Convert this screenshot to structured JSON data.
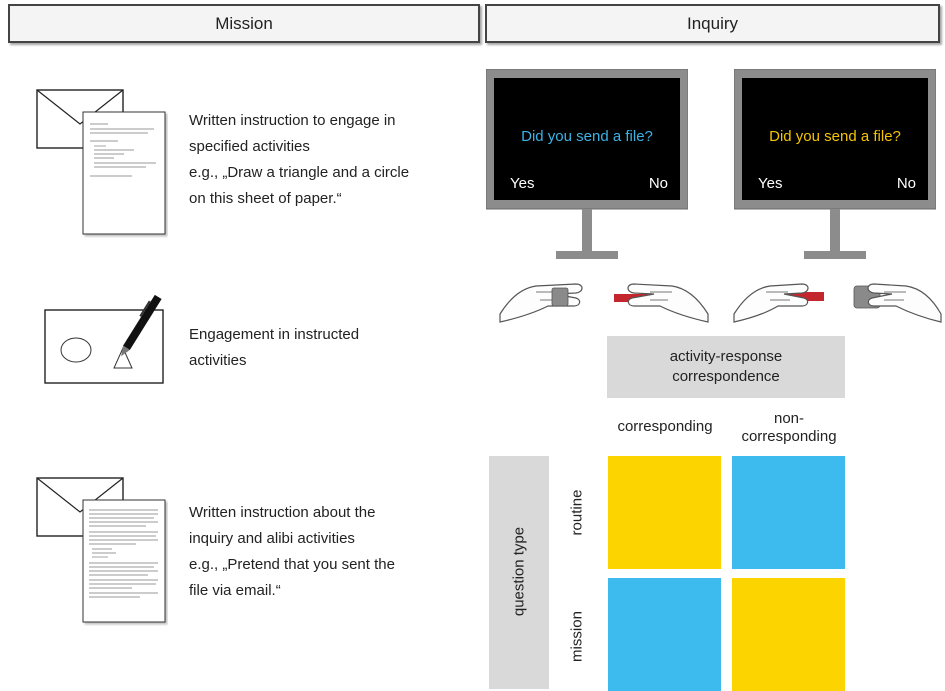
{
  "headers": {
    "mission": "Mission",
    "inquiry": "Inquiry"
  },
  "mission_steps": [
    {
      "lines": [
        "Written instruction to engage in",
        "specified activities",
        "e.g., „Draw a triangle and a circle",
        "on this sheet of paper.“"
      ],
      "icon": "envelope-letter-icon"
    },
    {
      "lines": [
        "Engagement in instructed",
        "activities"
      ],
      "icon": "paper-pen-drawing-icon"
    },
    {
      "lines": [
        "Written instruction about the",
        "inquiry and alibi activities",
        "e.g., „Pretend that you sent the",
        "file via email.“"
      ],
      "icon": "envelope-letter-icon"
    }
  ],
  "monitors": [
    {
      "question": "Did you send a file?",
      "question_color": "#3bb3e6",
      "yes": "Yes",
      "no": "No"
    },
    {
      "question": "Did you send a file?",
      "question_color": "#f5c400",
      "yes": "Yes",
      "no": "No"
    }
  ],
  "hands": [
    {
      "icon": "hand-key-gray-icon"
    },
    {
      "icon": "hand-key-red-icon"
    },
    {
      "icon": "hand-key-red-icon"
    },
    {
      "icon": "hand-key-gray-icon"
    }
  ],
  "matrix": {
    "response_header": "activity-response correspondence",
    "columns": [
      "corresponding",
      "non-corresponding"
    ],
    "row_header": "question type",
    "rows": [
      "routine",
      "mission"
    ],
    "cells": [
      [
        "#fcd500",
        "#3dbbee"
      ],
      [
        "#3dbbee",
        "#fcd500"
      ]
    ]
  }
}
